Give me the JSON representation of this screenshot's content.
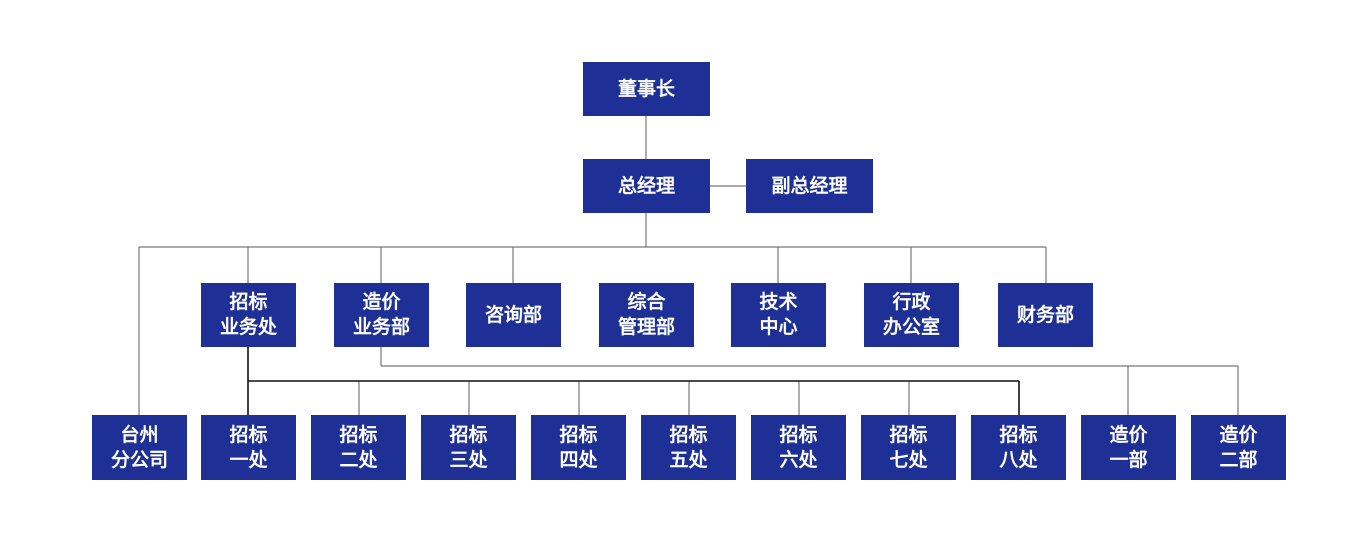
{
  "org": {
    "chairman": "董事长",
    "gm": "总经理",
    "deputy_gm": "副总经理",
    "departments": {
      "bidding": [
        "招标",
        "业务处"
      ],
      "cost": [
        "造价",
        "业务部"
      ],
      "consulting": "咨询部",
      "general": [
        "综合",
        "管理部"
      ],
      "tech": [
        "技术",
        "中心"
      ],
      "admin": [
        "行政",
        "办公室"
      ],
      "finance": "财务部"
    },
    "branch": [
      "台州",
      "分公司"
    ],
    "bidding_offices": [
      [
        "招标",
        "一处"
      ],
      [
        "招标",
        "二处"
      ],
      [
        "招标",
        "三处"
      ],
      [
        "招标",
        "四处"
      ],
      [
        "招标",
        "五处"
      ],
      [
        "招标",
        "六处"
      ],
      [
        "招标",
        "七处"
      ],
      [
        "招标",
        "八处"
      ]
    ],
    "cost_units": [
      [
        "造价",
        "一部"
      ],
      [
        "造价",
        "二部"
      ]
    ]
  }
}
